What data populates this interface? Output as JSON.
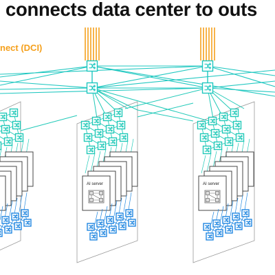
{
  "title": "connects data center to outs",
  "dci_label": "nect (DCI)",
  "server_label": "AI server",
  "colors": {
    "dci_orange": "#f5a01c",
    "spine_teal": "#1ec7c0",
    "leaf_teal": "#20c9b8",
    "tor_blue": "#1f86e0",
    "server_gray": "#555555",
    "rack_border": "#999999"
  },
  "icons": {
    "switch": "crossed-arrows-switch-icon",
    "server": "gpu-node-grid-icon"
  }
}
